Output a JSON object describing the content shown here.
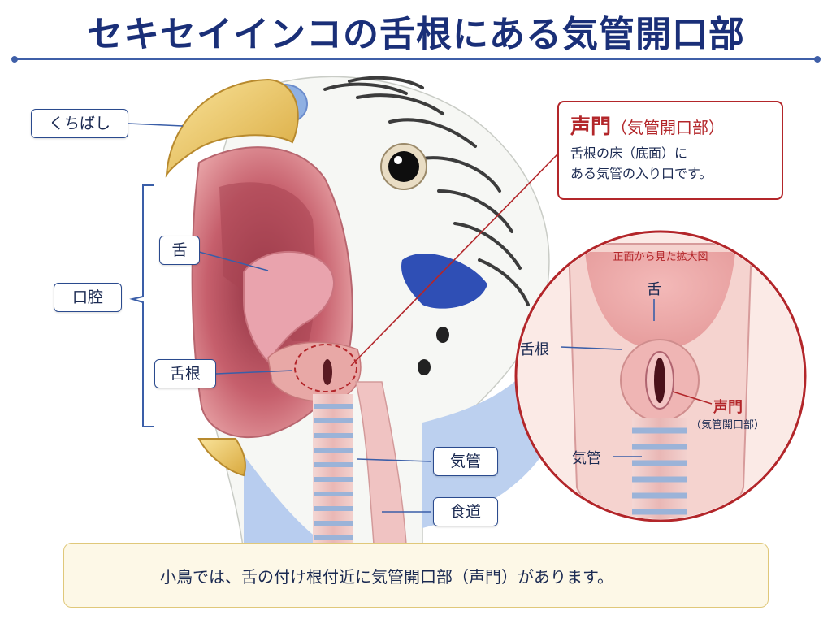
{
  "title": "セキセイインコの舌根にある気管開口部",
  "labels": {
    "beak": "くちばし",
    "oral_cavity": "口腔",
    "tongue": "舌",
    "tongue_root": "舌根",
    "trachea": "気管",
    "esophagus": "食道"
  },
  "callout": {
    "heading": "声門",
    "heading_paren": "（気管開口部）",
    "desc_line1": "舌根の床（底面）に",
    "desc_line2": "ある気管の入り口です。"
  },
  "zoom": {
    "caption": "正面から見た拡大図",
    "tongue": "舌",
    "tongue_root": "舌根",
    "glottis": "声門",
    "glottis_paren": "（気管開口部）",
    "trachea": "気管"
  },
  "note": "小鳥では、舌の付け根付近に気管開口部（声門）があります。",
  "colors": {
    "title": "#1a2f78",
    "accent_red": "#b3262a",
    "label_border": "#2a4a8e",
    "note_bg": "#fdf8e7"
  }
}
